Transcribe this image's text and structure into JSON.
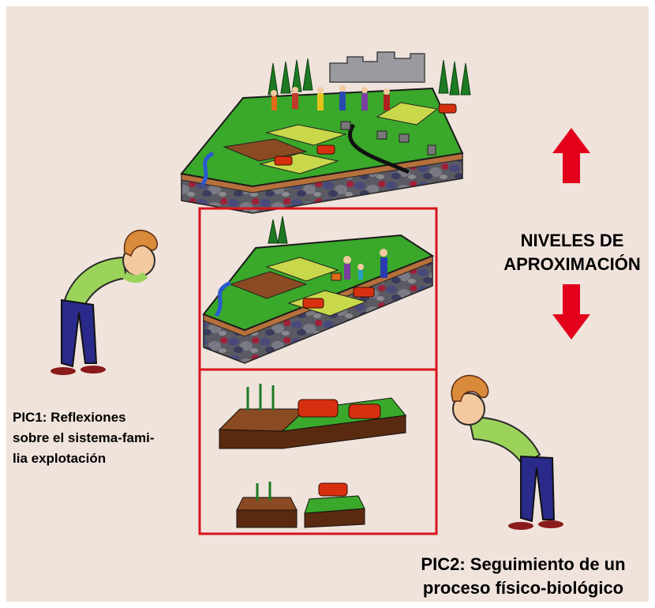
{
  "colors": {
    "background": "#efe3dc",
    "frame": "#d9141b",
    "arrow": "#e3001b",
    "grass": "#3aa82a",
    "soil": "#8a4a22",
    "cow": "#d63010"
  },
  "labels": {
    "pic1": [
      "PIC1: Reflexiones",
      "sobre el sistema-fami-",
      "lia explotación"
    ],
    "pic2": [
      "PIC2: Seguimiento de un",
      "proceso físico-biológico"
    ],
    "levels": [
      "NIVELES DE",
      "APROXIMACIÓN"
    ]
  },
  "icons": [
    "arrow-up-icon",
    "arrow-down-icon",
    "observer-left-icon",
    "observer-right-icon"
  ]
}
